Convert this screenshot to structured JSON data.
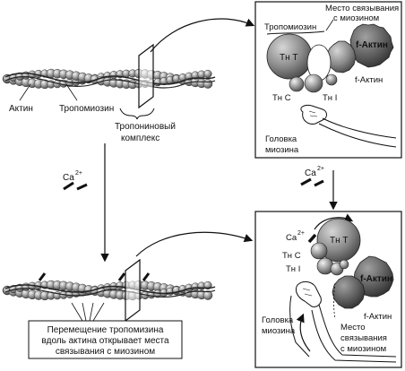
{
  "top_left": {
    "actin_label": "Актин",
    "tropomyosin_label": "Тропомиозин",
    "troponin_complex_line1": "Тропониновый",
    "troponin_complex_line2": "комплекс"
  },
  "top_right": {
    "binding_site_line1": "Место связывания",
    "binding_site_line2": "с миозином",
    "tropomyosin_label": "Тропомиозин",
    "tnt_label": "Тн Т",
    "tnc_label": "Тн С",
    "tni_label": "Тн I",
    "f_actin_upper": "f-Актин",
    "f_actin_side": "f-Актин",
    "myosin_head_line1": "Головка",
    "myosin_head_line2": "миозина"
  },
  "calcium": {
    "ion_label": "Ca",
    "charge": "2+"
  },
  "bottom_left": {
    "caption_line1": "Перемещение тропомизина",
    "caption_line2": "вдоль актина открывает места",
    "caption_line3": "связывания с миозином"
  },
  "bottom_right": {
    "tnt_label": "Тн Т",
    "tnc_label": "Тн С",
    "tni_label": "Тн I",
    "f_actin_upper": "f-Актин",
    "f_actin_lower": "f-Актин",
    "myosin_head_line1": "Головка",
    "myosin_head_line2": "миозина",
    "binding_site_line1": "Место",
    "binding_site_line2": "связывания",
    "binding_site_line3": "с миозином"
  }
}
